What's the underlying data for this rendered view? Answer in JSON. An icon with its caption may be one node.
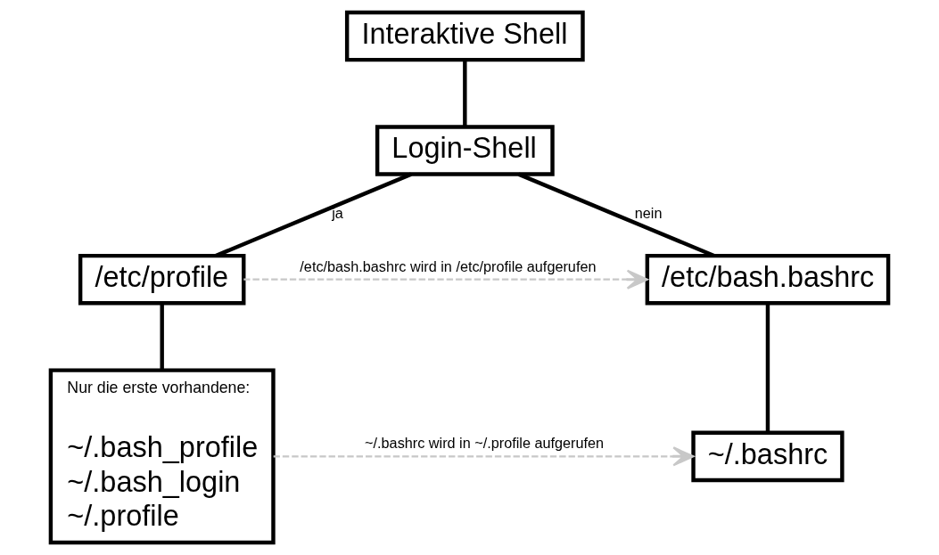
{
  "diagram": {
    "nodes": [
      {
        "text": [
          "Interaktive Shell"
        ]
      },
      {
        "text": [
          "Login-Shell"
        ]
      },
      {
        "text": [
          "/etc/profile"
        ]
      },
      {
        "text": [
          "/etc/bash.bashrc"
        ]
      },
      {
        "text": [
          "Nur die erste vorhandene:",
          "~/.bash_profile",
          "~/.bash_login",
          "~/.profile"
        ]
      },
      {
        "text": [
          "~/.bashrc"
        ]
      }
    ],
    "edges": [
      {
        "from": 0,
        "to": 1,
        "arrow": "none"
      },
      {
        "from": 1,
        "to": 2,
        "arrow": "none",
        "label": "ja"
      },
      {
        "from": 1,
        "to": 3,
        "arrow": "none",
        "label": "nein"
      },
      {
        "from": 2,
        "to": 3,
        "arrow": "to",
        "label": "/etc/bash.bashrc wird in /etc/profile aufgerufen",
        "style": "dashed",
        "color": "#c8c8c8"
      },
      {
        "from": 2,
        "to": 4,
        "arrow": "none"
      },
      {
        "from": 3,
        "to": 5,
        "arrow": "none"
      },
      {
        "from": 4,
        "to": 5,
        "arrow": "to",
        "label": "~/.bashrc wird in ~/.profile aufgerufen",
        "style": "dashed",
        "color": "#c8c8c8"
      }
    ]
  }
}
